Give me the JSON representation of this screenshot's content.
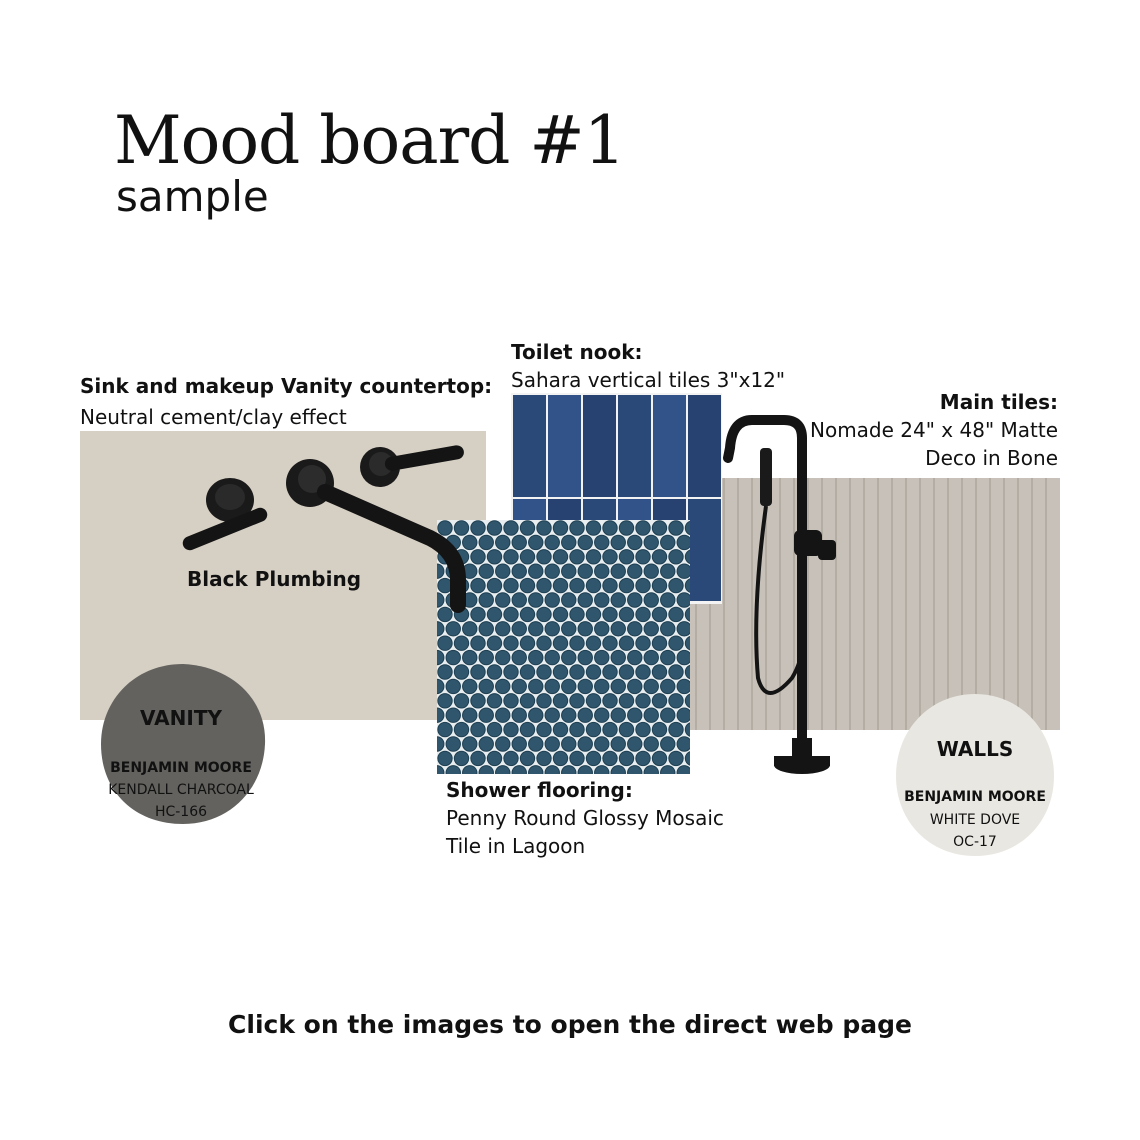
{
  "header": {
    "title": "Mood board #1",
    "subtitle": "sample"
  },
  "vanity_countertop": {
    "heading": "Sink and makeup Vanity countertop:",
    "desc": "Neutral cement/clay effect",
    "color": "#d6cfc3"
  },
  "plumbing": {
    "label": "Black Plumbing",
    "icon": "wall-faucet-icon"
  },
  "toilet_nook": {
    "heading": "Toilet nook:",
    "desc": "Sahara vertical tiles 3\"x12\"",
    "color": "#2c4c7d"
  },
  "main_tiles": {
    "heading": "Main tiles:",
    "line1": "Nomade 24\" x 48\" Matte",
    "line2": "Deco in Bone",
    "color": "#c7c1b9"
  },
  "shower_flooring": {
    "heading": "Shower flooring:",
    "line1": "Penny Round Glossy Mosaic",
    "line2": "Tile in Lagoon",
    "color": "#2f566c"
  },
  "tub_filler": {
    "icon": "freestanding-tub-filler-icon"
  },
  "vanity_paint": {
    "label": "VANITY",
    "brand": "BENJAMIN MOORE",
    "color_name": "KENDALL CHARCOAL",
    "code": "HC-166",
    "color": "#63625f"
  },
  "walls_paint": {
    "label": "WALLS",
    "brand": "BENJAMIN MOORE",
    "color_name": "WHITE DOVE",
    "code": "OC-17",
    "color": "#e9e7e1"
  },
  "footer": {
    "text": "Click on the images to open the direct web page"
  }
}
